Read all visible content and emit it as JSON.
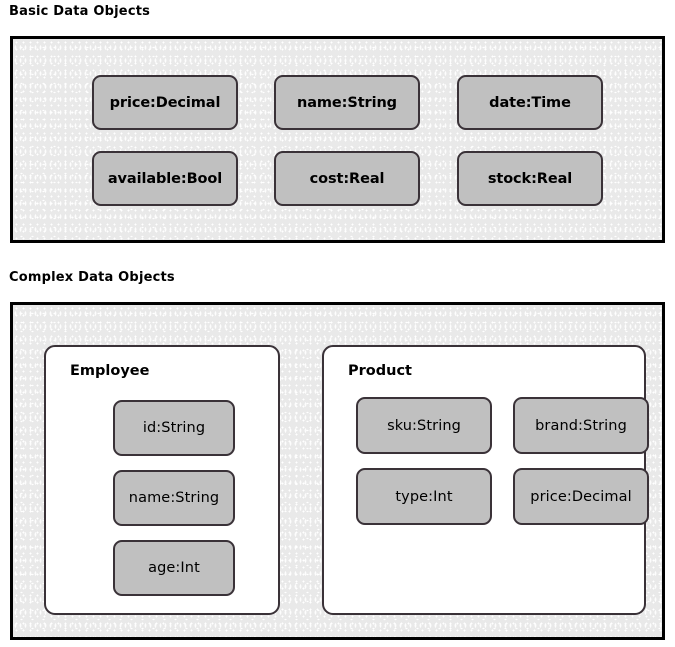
{
  "sections": [
    {
      "title": "Basic Data Objects",
      "objects": [
        "price:Decimal",
        "name:String",
        "date:Time",
        "available:Bool",
        "cost:Real",
        "stock:Real"
      ]
    },
    {
      "title": "Complex Data Objects",
      "groups": [
        {
          "name": "Employee",
          "fields": [
            "id:String",
            "name:String",
            "age:Int"
          ]
        },
        {
          "name": "Product",
          "fields": [
            "sku:String",
            "brand:String",
            "type:Int",
            "price:Decimal"
          ]
        }
      ]
    }
  ],
  "colors": {
    "panel_background": "#e9e9e9",
    "panel_border": "#000000",
    "chip_fill": "#c0c0c0",
    "chip_border": "#3a3238",
    "card_fill": "#ffffff",
    "text": "#000000"
  }
}
